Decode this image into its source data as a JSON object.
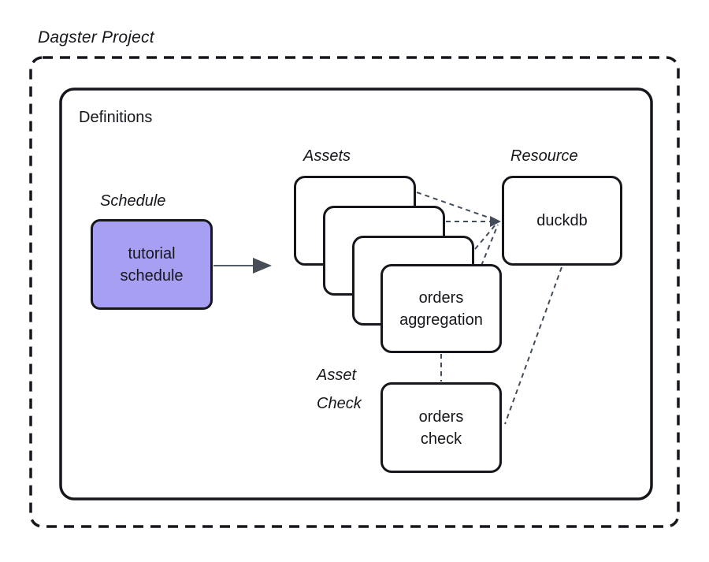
{
  "diagram": {
    "title": "Dagster Project",
    "definitions_label": "Definitions",
    "section_labels": {
      "schedule": "Schedule",
      "assets": "Assets",
      "resource": "Resource",
      "asset_check_line1": "Asset",
      "asset_check_line2": "Check"
    },
    "nodes": {
      "tutorial_schedule": {
        "line1": "tutorial",
        "line2": "schedule"
      },
      "orders_aggregation": {
        "line1": "orders",
        "line2": "aggregation"
      },
      "duckdb": {
        "label": "duckdb"
      },
      "orders_check": {
        "line1": "orders",
        "line2": "check"
      }
    },
    "colors": {
      "schedule_fill": "#a7a0f2",
      "box_border": "#15171c",
      "connector": "#424c5a",
      "arrow_line": "#555c66",
      "arrow_head": "#474e58",
      "text": "#15171c"
    }
  }
}
